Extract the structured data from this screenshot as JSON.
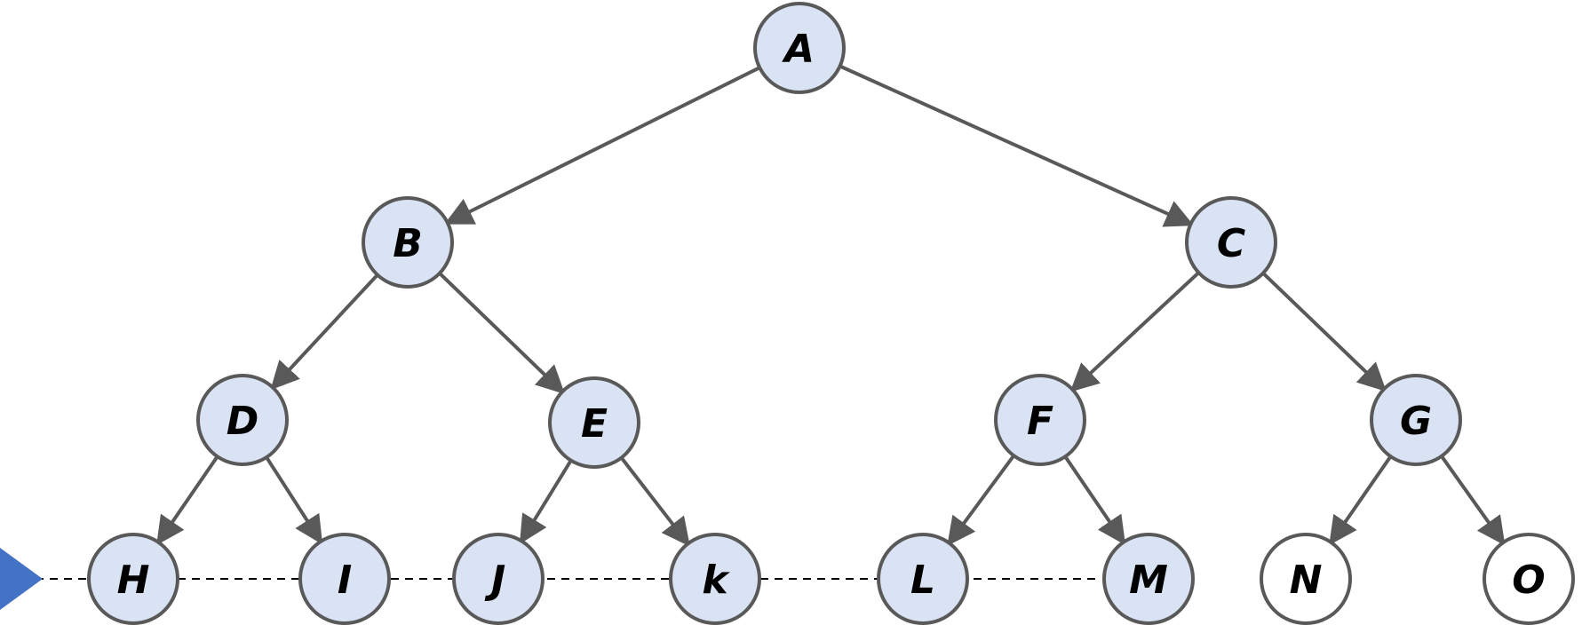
{
  "colors": {
    "node_fill": "#dae3f3",
    "node_stroke": "#595959",
    "empty_fill": "#ffffff",
    "edge": "#595959",
    "pointer": "#4472c4"
  },
  "nodes": [
    {
      "id": "A",
      "label": "A",
      "filled": true
    },
    {
      "id": "B",
      "label": "B",
      "filled": true
    },
    {
      "id": "C",
      "label": "C",
      "filled": true
    },
    {
      "id": "D",
      "label": "D",
      "filled": true
    },
    {
      "id": "E",
      "label": "E",
      "filled": true
    },
    {
      "id": "F",
      "label": "F",
      "filled": true
    },
    {
      "id": "G",
      "label": "G",
      "filled": true
    },
    {
      "id": "H",
      "label": "H",
      "filled": true
    },
    {
      "id": "I",
      "label": "I",
      "filled": true
    },
    {
      "id": "J",
      "label": "J",
      "filled": true
    },
    {
      "id": "K",
      "label": "k",
      "filled": true
    },
    {
      "id": "L",
      "label": "L",
      "filled": true
    },
    {
      "id": "M",
      "label": "M",
      "filled": true
    },
    {
      "id": "N",
      "label": "N",
      "filled": false
    },
    {
      "id": "O",
      "label": "O",
      "filled": false
    }
  ],
  "edges": [
    [
      "A",
      "B"
    ],
    [
      "A",
      "C"
    ],
    [
      "B",
      "D"
    ],
    [
      "B",
      "E"
    ],
    [
      "C",
      "F"
    ],
    [
      "C",
      "G"
    ],
    [
      "D",
      "H"
    ],
    [
      "D",
      "I"
    ],
    [
      "E",
      "J"
    ],
    [
      "E",
      "K"
    ],
    [
      "F",
      "L"
    ],
    [
      "F",
      "M"
    ],
    [
      "G",
      "N"
    ],
    [
      "G",
      "O"
    ]
  ]
}
